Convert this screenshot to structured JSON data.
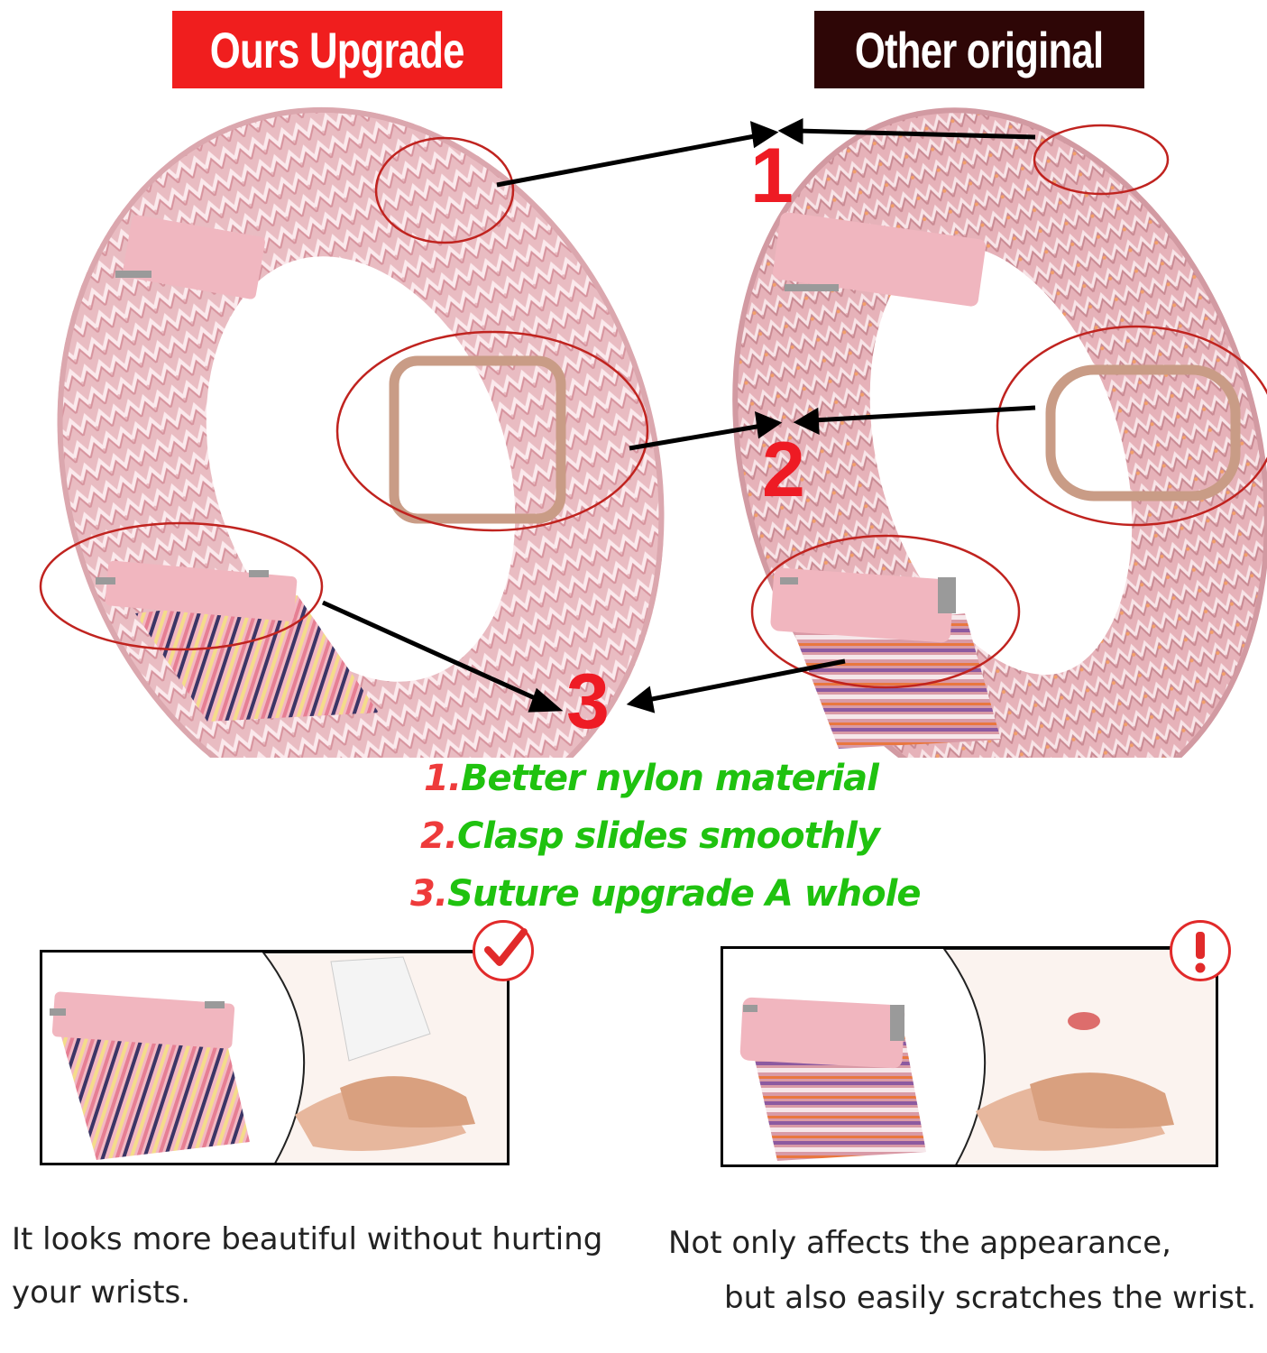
{
  "headers": {
    "left": "Ours Upgrade",
    "right": "Other original",
    "left_color": "#f01e1e",
    "right_color": "#2e0606"
  },
  "markers": [
    "1",
    "2",
    "3"
  ],
  "features": [
    {
      "num": "1.",
      "text": "Better nylon material"
    },
    {
      "num": "2.",
      "text": "Clasp slides smoothly"
    },
    {
      "num": "3.",
      "text": "Suture  upgrade  A whole"
    }
  ],
  "colors": {
    "marker": "#ee1b24",
    "feature_num": "#ee3b3b",
    "feature_text": "#1fc20f",
    "band_pink": "#e8b9bf"
  },
  "panels": {
    "left": {
      "badge_icon": "checkmark-icon",
      "caption_line1": "It looks more beautiful without hurting",
      "caption_line2": "your wrists."
    },
    "right": {
      "badge_icon": "exclamation-icon",
      "caption_line1": "Not only affects the appearance,",
      "caption_line2": "but also easily scratches the wrist."
    }
  }
}
